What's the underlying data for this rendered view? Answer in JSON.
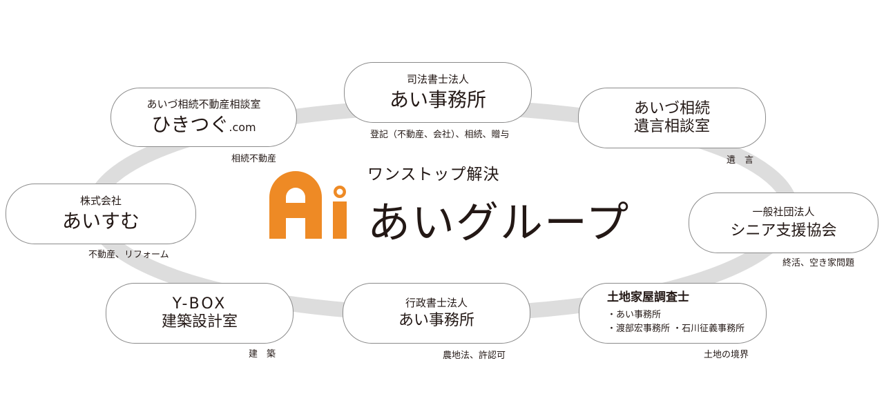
{
  "center": {
    "logo_glyph": "Ai",
    "slogan": "ワンストップ解決",
    "group_name": "あいグループ",
    "logo_color": "#ee8a25"
  },
  "nodes": {
    "hikitsugu": {
      "subtitle": "あいづ相続不動産相談室",
      "name": "ひきつぐ",
      "suffix": ".com",
      "caption": "相続不動産"
    },
    "ai_jimusho_shiho": {
      "subtitle": "司法書士法人",
      "name": "あい事務所",
      "caption": "登記（不動産、会社）、相続、贈与"
    },
    "aizu_yuigon": {
      "line1": "あいづ相続",
      "line2": "遺言相談室",
      "caption": "遺　言"
    },
    "senior": {
      "subtitle": "一般社団法人",
      "name": "シニア支援協会",
      "caption": "終活、空き家問題"
    },
    "tochi_kaoku": {
      "title": "土地家屋調査士",
      "item1": "・あい事務所",
      "item2": "・渡部宏事務所 ・石川征義事務所",
      "caption": "土地の境界"
    },
    "ai_jimusho_gyosei": {
      "subtitle": "行政書士法人",
      "name": "あい事務所",
      "caption": "農地法、許認可"
    },
    "ybox": {
      "line1": "Y-BOX",
      "line2": "建築設計室",
      "caption": "建　築"
    },
    "aisumu": {
      "subtitle": "株式会社",
      "name": "あいすむ",
      "caption": "不動産、リフォーム"
    }
  },
  "colors": {
    "ring": "#dddddd",
    "border": "#8a8a8a",
    "text": "#231815"
  }
}
